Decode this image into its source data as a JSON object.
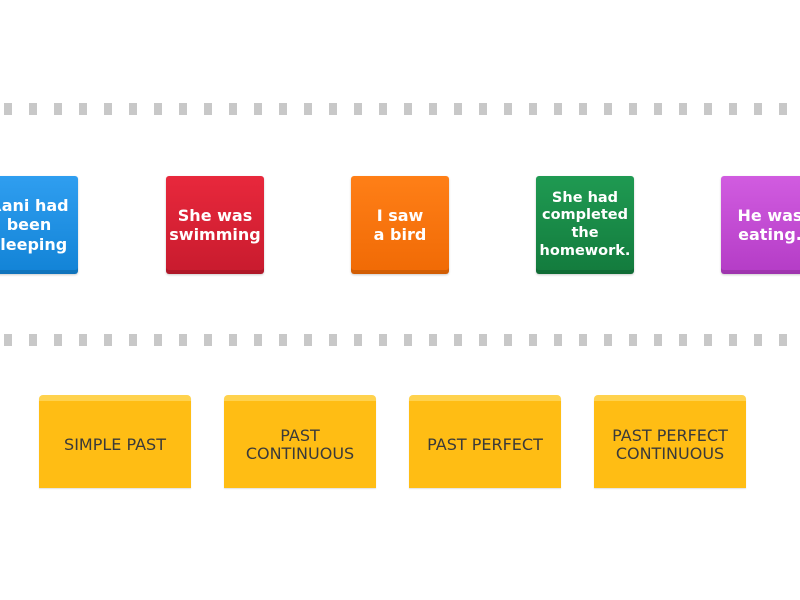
{
  "cards": [
    {
      "text": "Rani had\nbeen\nsleeping",
      "color": "#1e8fe4"
    },
    {
      "text": "She was\nswimming",
      "color": "#d82135"
    },
    {
      "text": "I saw\na bird",
      "color": "#f7740c"
    },
    {
      "text": "She had\ncompleted\nthe\nhomework.",
      "color": "#188a47"
    },
    {
      "text": "He was\neating.",
      "color": "#c44bd4"
    }
  ],
  "categories": [
    {
      "label": "SIMPLE PAST"
    },
    {
      "label": "PAST\nCONTINUOUS"
    },
    {
      "label": "PAST PERFECT"
    },
    {
      "label": "PAST PERFECT\nCONTINUOUS"
    }
  ],
  "colors": {
    "category_bg": "#ffbd14",
    "dash": "#c8c8c8"
  }
}
